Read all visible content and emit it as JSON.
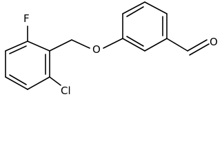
{
  "molecule": {
    "atoms": {
      "fluorine": "F",
      "oxygen_ether": "O",
      "oxygen_aldehyde": "O",
      "chlorine": "Cl"
    },
    "colors": {
      "bond": "#000000",
      "label": "#000000",
      "background": "#ffffff"
    }
  }
}
